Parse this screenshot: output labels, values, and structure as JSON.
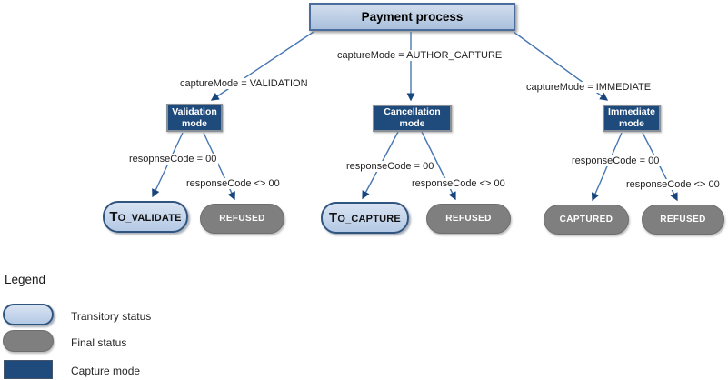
{
  "diagram": {
    "root": {
      "label": "Payment process"
    },
    "branches": [
      {
        "edge_label": "captureMode = VALIDATION",
        "mode": {
          "line1": "Validation",
          "line2": "mode"
        },
        "ok_edge_label": "resopnseCode = 00",
        "ko_edge_label": "responseCode <> 00",
        "ok_status": "TO_VALIDATE",
        "ko_status": "REFUSED"
      },
      {
        "edge_label": "captureMode = AUTHOR_CAPTURE",
        "mode": {
          "line1": "Cancellation",
          "line2": "mode"
        },
        "ok_edge_label": "responseCode = 00",
        "ko_edge_label": "responseCode <> 00",
        "ok_status": "TO_CAPTURE",
        "ko_status": "REFUSED"
      },
      {
        "edge_label": "captureMode = IMMEDIATE",
        "mode": {
          "line1": "Immediate",
          "line2": "mode"
        },
        "ok_edge_label": "responseCode = 00",
        "ko_edge_label": "responseCode <> 00",
        "ok_status": "CAPTURED",
        "ko_status": "REFUSED"
      }
    ],
    "legend": {
      "title": "Legend",
      "items": [
        {
          "swatch": "transitory-pill",
          "label": "Transitory status"
        },
        {
          "swatch": "final-pill",
          "label": "Final status"
        },
        {
          "swatch": "capture-rect",
          "label": "Capture mode"
        }
      ]
    },
    "colors": {
      "edge_line": "#4677b2",
      "arrowhead": "#17457e",
      "root_fill_top": "#d3deee",
      "root_fill_bottom": "#a9c0dc",
      "root_border": "#4a6d9e",
      "mode_fill": "#1f4a7c",
      "mode_border": "#8a9097",
      "transitory_fill_top": "#d8e3f2",
      "transitory_fill_bottom": "#b4c9e5",
      "transitory_border": "#30557f",
      "final_fill": "#7f7f7f",
      "final_border": "#6e6e6e",
      "label_text": "#1f1f1f"
    }
  }
}
